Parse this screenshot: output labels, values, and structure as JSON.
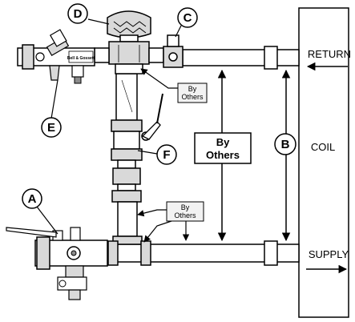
{
  "callouts": {
    "a": "A",
    "b": "B",
    "c": "C",
    "d": "D",
    "e": "E",
    "f": "F"
  },
  "labels": {
    "by_others_top": [
      "By",
      "Others"
    ],
    "by_others_center": [
      "By",
      "Others"
    ],
    "by_others_bottom": [
      "By",
      "Others"
    ],
    "return": "RETURN",
    "supply": "SUPPLY",
    "coil": "COIL",
    "valve_brand": "Bell & Gossett"
  },
  "colors": {
    "line": "#000000",
    "pipe_fill": "#ffffff",
    "fitting_fill": "#d9d9d9",
    "dark_fill": "#8c8c8c",
    "label_box": "#f2f2f2"
  }
}
